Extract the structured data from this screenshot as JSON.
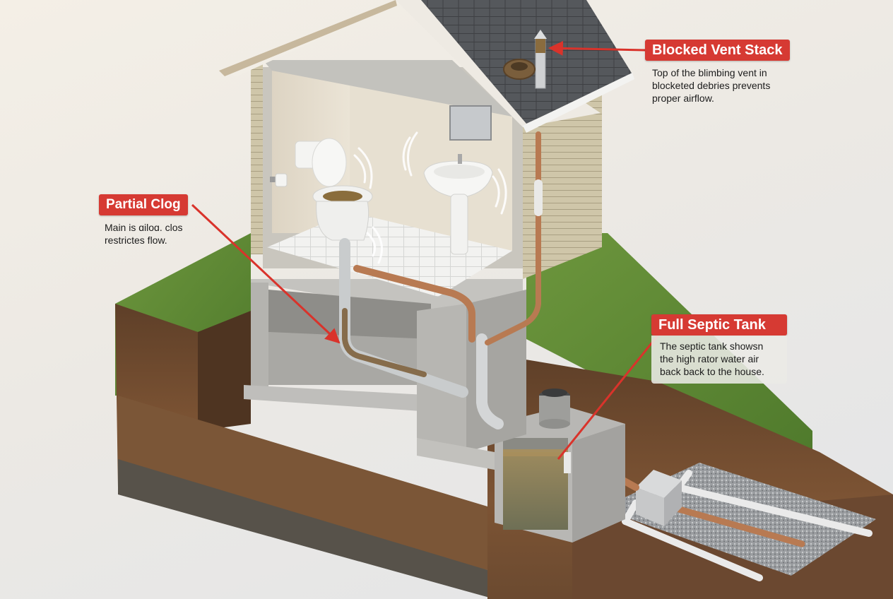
{
  "diagram": {
    "subject": "House plumbing cutaway with septic system",
    "colors": {
      "callout_red": "#d63a33",
      "leader_red": "#d9332b",
      "grass": "#5f8a35",
      "soil": "#7a5233",
      "concrete": "#b9b8b4",
      "roof": "#55585c",
      "copper_pipe": "#b87a52",
      "pvc_pipe": "#e6e6e4",
      "wall": "#e5dccb",
      "gravel": "#a3a6a8"
    },
    "elements": [
      "roof",
      "vent-stack",
      "bird-nest",
      "toilet",
      "sink",
      "mirror",
      "toilet-paper",
      "drain-pipes",
      "basement",
      "septic-tank",
      "distribution-box",
      "drain-field"
    ]
  },
  "callouts": {
    "vent": {
      "title": "Blocked Vent Stack",
      "lines": [
        "Top of the blimbing vent in",
        "blocketed debries prevents",
        "proper airflow."
      ]
    },
    "clog": {
      "title": "Partial Clog",
      "lines": [
        "Main is ɑiloɑ. clos",
        "restrictes flow."
      ]
    },
    "septic": {
      "title": "Full Septic Tank",
      "lines": [
        "The septic tank showsn",
        "the high rator water air",
        "back back to the house."
      ]
    }
  }
}
